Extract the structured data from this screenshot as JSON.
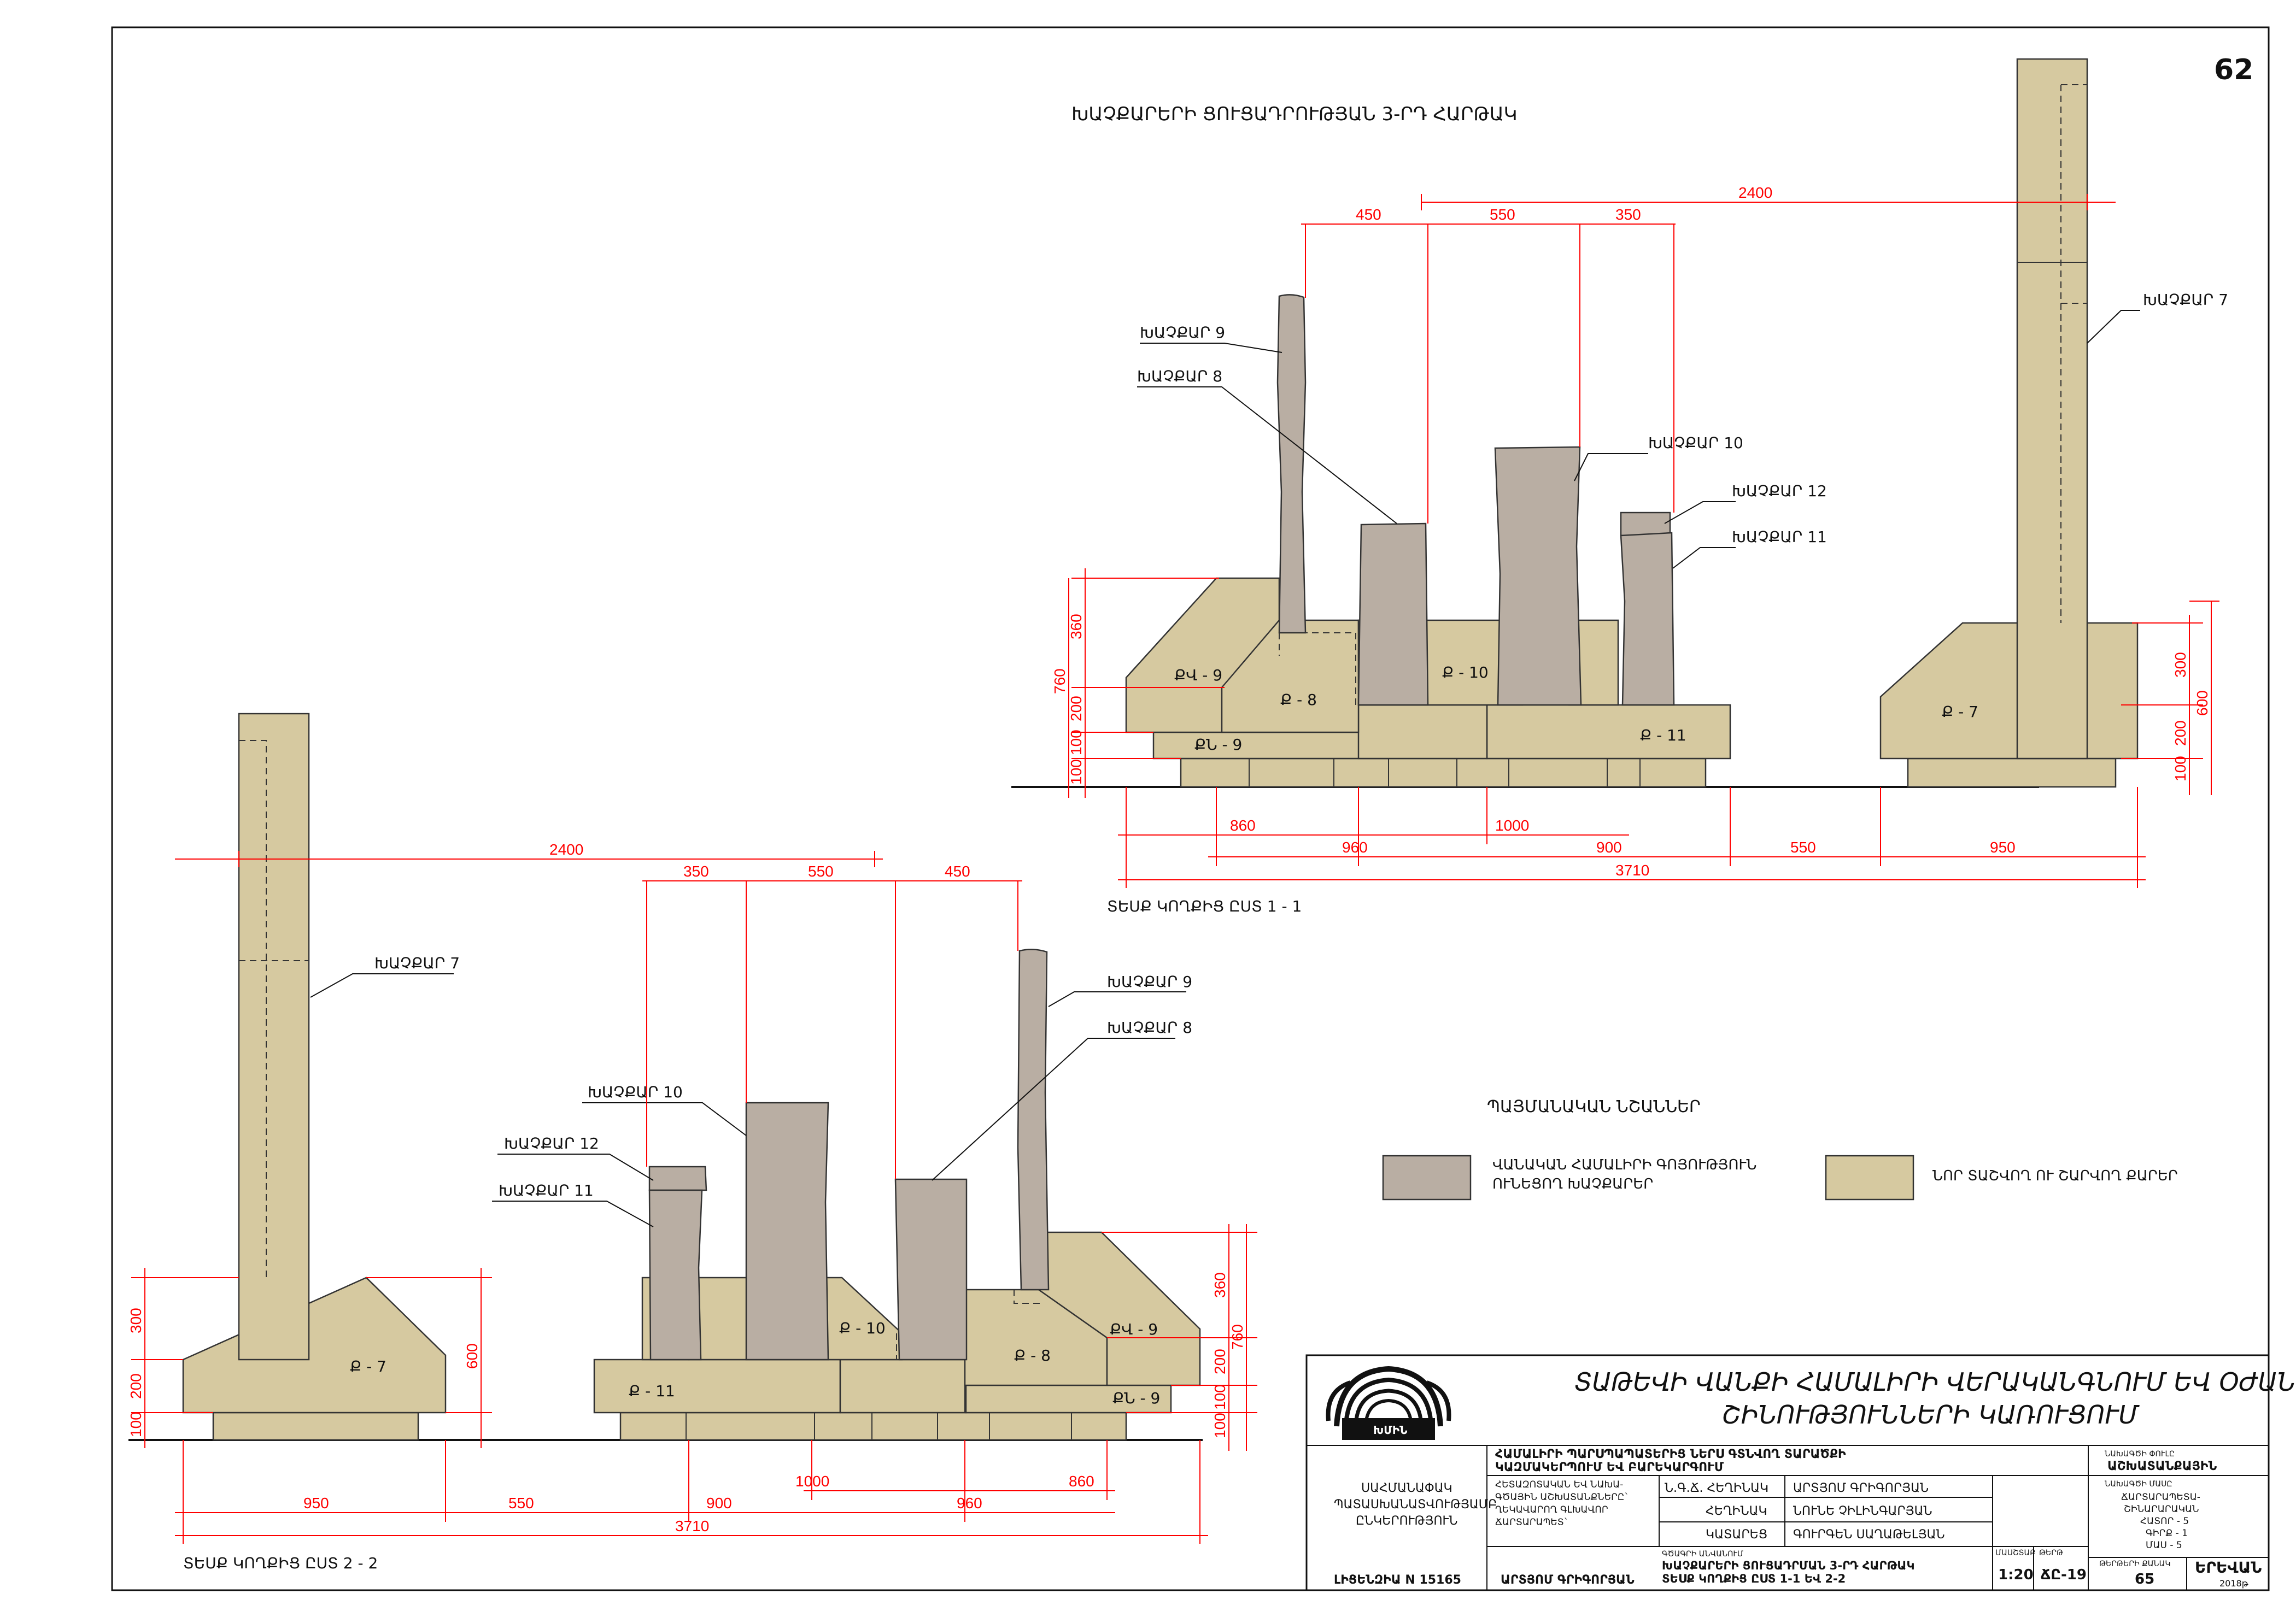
{
  "sheet": {
    "page_number": "62",
    "title": "ԽԱՉՔԱՐԵՐԻ ՑՈՒՑԱԴՐՈՒԹՅԱՆ 3-ՐԴ ՀԱՐԹԱԿ"
  },
  "view_1_1": {
    "caption": "ՏԵՍՔ ԿՈՂՔԻՑ ԸՍՏ 1 - 1",
    "callouts": [
      "ԽԱՉՔԱՐ 9",
      "ԽԱՉՔԱՐ 8",
      "ԽԱՉՔԱՐ 10",
      "ԽԱՉՔԱՐ 12",
      "ԽԱՉՔԱՐ 11",
      "ԽԱՉՔԱՐ 7"
    ],
    "block_labels": [
      "ՔՎ - 9",
      "Ք - 8",
      "Ք - 10",
      "ՔՆ - 9",
      "Ք - 11",
      "Ք - 7"
    ],
    "dims_top": [
      "2400",
      "450",
      "550",
      "350"
    ],
    "dims_left": [
      "360",
      "760",
      "200",
      "100",
      "100"
    ],
    "dims_right": [
      "300",
      "600",
      "200",
      "100"
    ],
    "dims_bottom_row1": [
      "860",
      "1000"
    ],
    "dims_bottom_row2": [
      "960",
      "900",
      "550",
      "950"
    ],
    "dims_total": "3710"
  },
  "view_2_2": {
    "caption": "ՏԵՍՔ ԿՈՂՔԻՑ ԸՍՏ 2 - 2",
    "callouts": [
      "ԽԱՉՔԱՐ 7",
      "ԽԱՉՔԱՐ 9",
      "ԽԱՉՔԱՐ 8",
      "ԽԱՉՔԱՐ 10",
      "ԽԱՉՔԱՐ 12",
      "ԽԱՉՔԱՐ 11"
    ],
    "block_labels": [
      "Ք - 7",
      "Ք - 11",
      "Ք - 10",
      "Ք - 8",
      "ՔՎ - 9",
      "ՔՆ - 9"
    ],
    "dims_top": [
      "2400",
      "350",
      "550",
      "450"
    ],
    "dims_left": [
      "300",
      "200",
      "100"
    ],
    "dims_right_a": [
      "600"
    ],
    "dims_right_b": [
      "360",
      "760",
      "200",
      "100",
      "100"
    ],
    "dims_bottom_row1": [
      "1000",
      "860"
    ],
    "dims_bottom_row2": [
      "950",
      "550",
      "900",
      "960"
    ],
    "dims_total": "3710"
  },
  "legend": {
    "title": "ՊԱՅՄԱՆԱԿԱՆ ՆՇԱՆՆԵՐ",
    "items": [
      {
        "label_line1": "ՎԱՆԱԿԱՆ ՀԱՄԱԼԻՐԻ ԳՈՅՈՒԹՅՈՒՆ",
        "label_line2": "ՈՒՆԵՑՈՂ ԽԱՉՔԱՐԵՐ",
        "color": "#b9aea3"
      },
      {
        "label_line1": "ՆՈՐ ՏԱՇՎՈՂ ՈՒ ՇԱՐՎՈՂ ՔԱՐԵՐ",
        "label_line2": "",
        "color": "#d6c9a0"
      }
    ]
  },
  "colors": {
    "old_khachkar": "#b9aea3",
    "new_stone": "#d6c9a0",
    "dimension": "#ff0000",
    "line": "#222222"
  },
  "title_block": {
    "project_title_line1": "ՏԱԹԵՎԻ ՎԱՆՔԻ ՀԱՄԱԼԻՐԻ ՎԵՐԱԿԱՆԳՆՈՒՄ ԵՎ ՕԺԱՆԴԱԿ",
    "project_title_line2": "ՇԻՆՈՒԹՅՈՒՆՆԵՐԻ ԿԱՌՈՒՑՈՒՄ",
    "logo_text": "ԽՄԻՆ",
    "company_line1": "ՍԱՀՄԱՆԱՓԱԿ",
    "company_line2": "ՊԱՏԱՍԽԱՆԱՏՎՈՒԹՅԱՄԲ",
    "company_line3": "ԸՆԿԵՐՈՒԹՅՈՒՆ",
    "license": "ԼԻՑԵՆԶԻԱ N 15165",
    "object_line1": "ՀԱՄԱԼԻՐԻ ՊԱՐՍՊԱՊԱՏԵՐԻՑ ՆԵՐՍ ԳՏՆՎՈՂ ՏԱՐԱԾՔԻ",
    "object_line2": "ԿԱԶՄԱԿԵՐՊՈՒՄ ԵՎ ԲԱՐԵԿԱՐԳՈՒՄ",
    "object_sub1": "ՀԵՏԱԶՈՏԱԿԱՆ ԵՎ ՆԱԽԱ-",
    "object_sub2": "ԳԾԱՅԻՆ ԱՇԽԱՏԱՆՔՆԵՐԸ`",
    "object_sub3": "ՂԵԿԱՎԱՐՈՂ ԳԼԽԱՎՈՐ",
    "object_sub4": "ՃԱՐՏԱՐԱՊԵՏ`",
    "chief_architect": "ԱՐՏՅՈՄ ԳՐԻԳՈՐՅԱՆ",
    "roles": [
      {
        "role": "Ն.Գ.Ճ. ՀԵՂԻՆԱԿ",
        "name": "ԱՐՏՅՈՄ ԳՐԻԳՈՐՅԱՆ"
      },
      {
        "role": "ՀԵՂԻՆԱԿ",
        "name": "ՆՈՒՆԵ ՉԻԼԻՆԳԱՐՅԱՆ"
      },
      {
        "role": "ԿԱՏԱՐԵՑ",
        "name": "ԳՈՒՐԳԵՆ ՍԱՂԱԹԵԼՅԱՆ"
      }
    ],
    "drawing_name_label": "ԳԾԱԳՐԻ ԱՆՎԱՆՈՒՄ",
    "drawing_name_1": "ԽԱՉՔԱՐԵՐԻ ՑՈՒՑԱԴՐՄԱՆ 3-ՐԴ ՀԱՐԹԱԿ",
    "drawing_name_2": "ՏԵՍՔ ԿՈՂՔԻՑ ԸՍՏ 1-1 ԵՎ 2-2",
    "scale_label": "ՄԱՍՇՏԱԲ",
    "scale": "1:20",
    "sheet_code_label": "ԹԵՐԹ",
    "sheet_code": "ՃԸ-19",
    "total_sheets_label": "ԹԵՐԹԵՐԻ ՔԱՆԱԿ",
    "total_sheets": "65",
    "city": "ԵՐԵՎԱՆ",
    "year": "2018թ",
    "phase_label": "ՆԱԽԱԳԾԻ ՓՈՒԼԸ",
    "phase": "ԱՇԽԱՏԱՆՔԱՅԻՆ",
    "part_label": "ՆԱԽԱԳԾԻ ՄԱՍԸ",
    "part_line1": "ՃԱՐՏԱՐԱՊԵՏԱ-",
    "part_line2": "ՇԻՆԱՐԱՐԱԿԱՆ",
    "part_line3": "ՀԱՏՈՐ - 5",
    "part_line4": "ԳԻՐՔ - 1",
    "part_line5": "ՄԱՍ - 5"
  }
}
